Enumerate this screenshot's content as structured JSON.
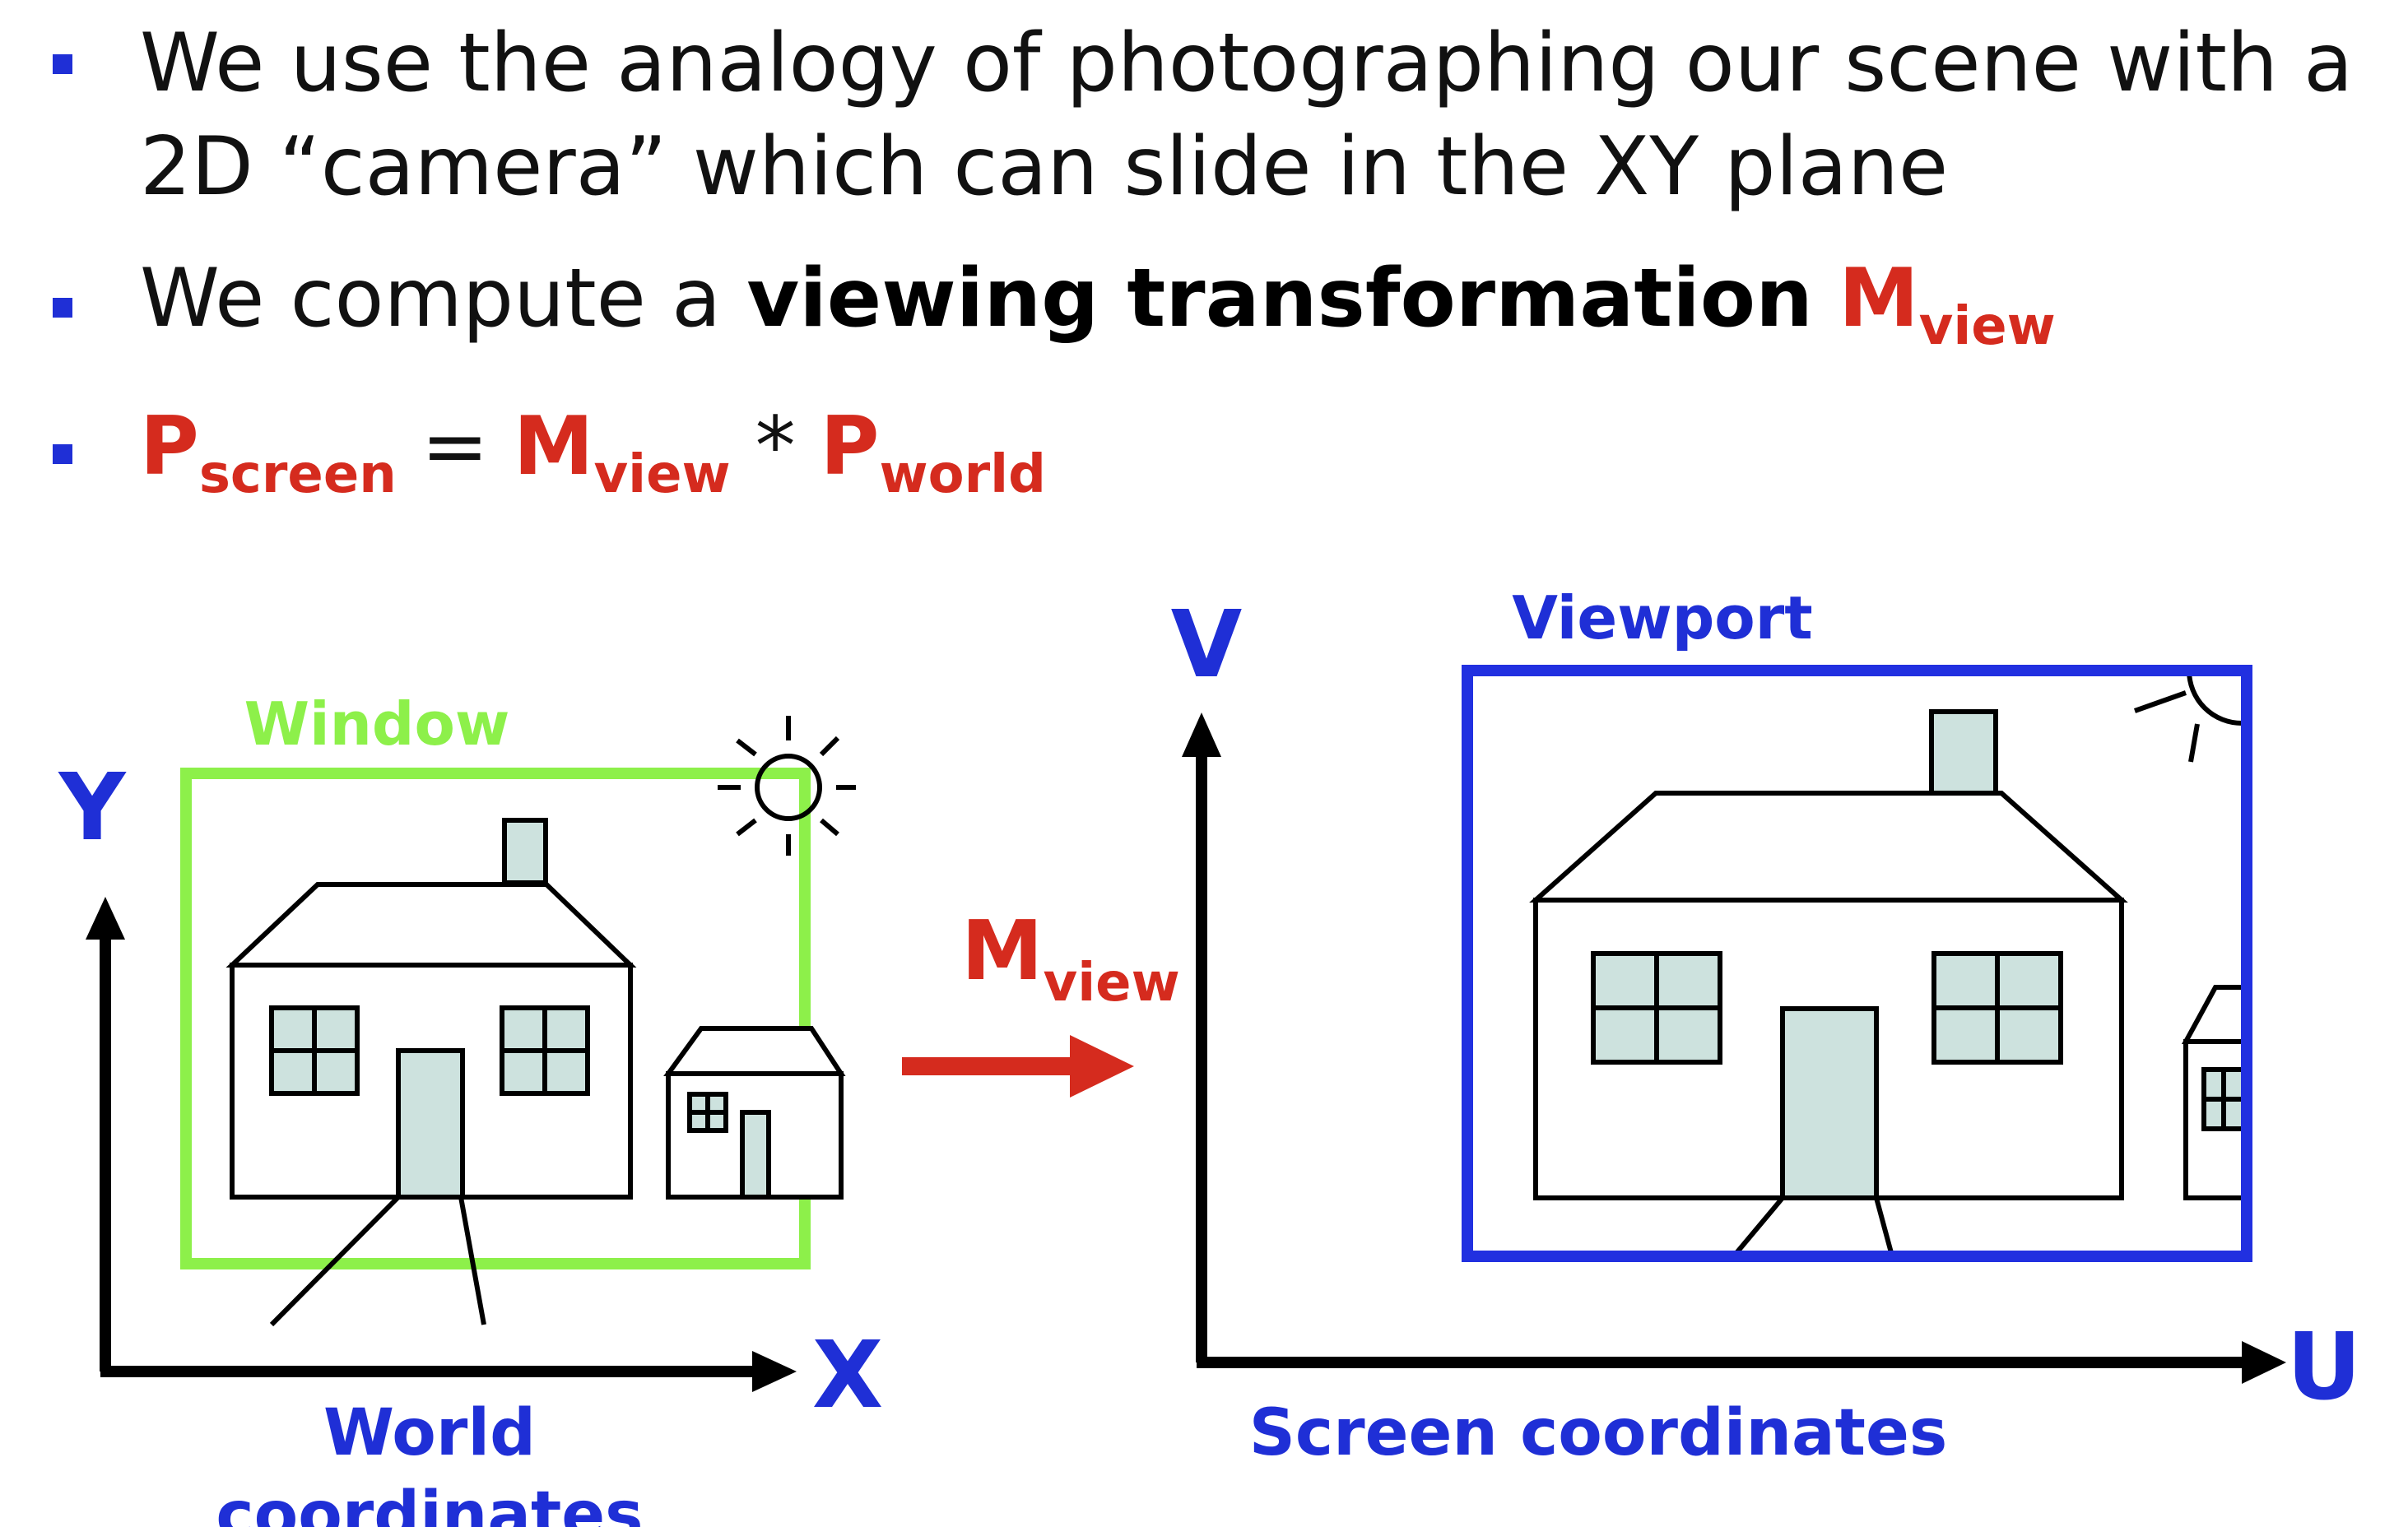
{
  "bullets": {
    "b1_line1": "We use the analogy of photographing our scene with a",
    "b1_line2": "2D “camera” which can slide in the XY plane",
    "b2_prefix": "We compute a",
    "b2_bold": "viewing transformation",
    "b2_M": "M",
    "b2_M_sub": "view",
    "b3_P": "P",
    "b3_P_sub": "screen",
    "b3_eq": "=",
    "b3_M": "M",
    "b3_M_sub": "view",
    "b3_star": "*",
    "b3_P2": "P",
    "b3_P2_sub": "world"
  },
  "diagram": {
    "world_y_label": "Y",
    "world_x_label": "X",
    "world_caption_line1": "World",
    "world_caption_line2": "coordinates",
    "window_label": "Window",
    "transform_M": "M",
    "transform_M_sub": "view",
    "screen_v_label": "V",
    "screen_u_label": "U",
    "screen_caption": "Screen coordinates",
    "viewport_label": "Viewport"
  },
  "colors": {
    "bullet_blue": "#1f2fd6",
    "label_blue": "#1f2fd6",
    "accent_red": "#d52b1e",
    "window_green": "#8df04a",
    "viewport_blue": "#2130e0",
    "house_fill": "#cde2de"
  }
}
